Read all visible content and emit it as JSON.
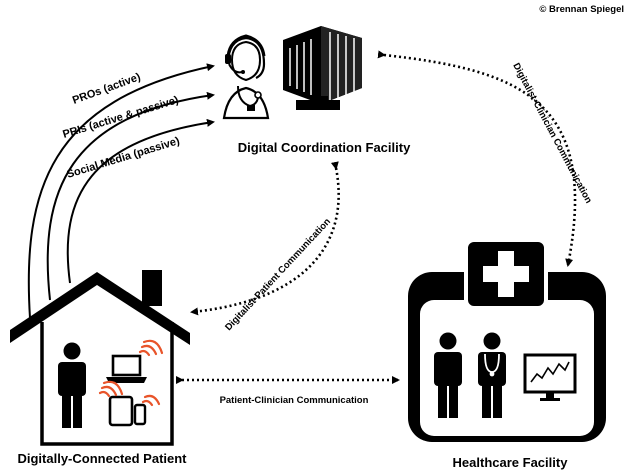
{
  "copyright": "© Brennan Spiegel",
  "nodes": {
    "coordination": {
      "label": "Digital Coordination Facility",
      "icons": [
        "nurse-headset-icon",
        "office-building-icon"
      ]
    },
    "patient": {
      "label": "Digitally-Connected Patient",
      "icons": [
        "house-icon",
        "person-icon",
        "laptop-icon",
        "tablet-icon",
        "phone-icon",
        "wifi-signal-icon"
      ]
    },
    "healthcare": {
      "label": "Healthcare Facility",
      "icons": [
        "hospital-cross-icon",
        "person-icon",
        "doctor-icon",
        "monitor-chart-icon"
      ]
    }
  },
  "data_streams": [
    {
      "label": "PROs (active)"
    },
    {
      "label": "PRIs (active & passive)"
    },
    {
      "label": "Social Media (passive)"
    }
  ],
  "links": {
    "digitalist_clinician": "Digitalist-Clinician Communication",
    "digitalist_patient": "Digitalist-Patient Communication",
    "patient_clinician": "Patient-Clinician Communication"
  },
  "colors": {
    "stroke": "#000000",
    "signal": "#e8542a",
    "background": "#ffffff"
  }
}
